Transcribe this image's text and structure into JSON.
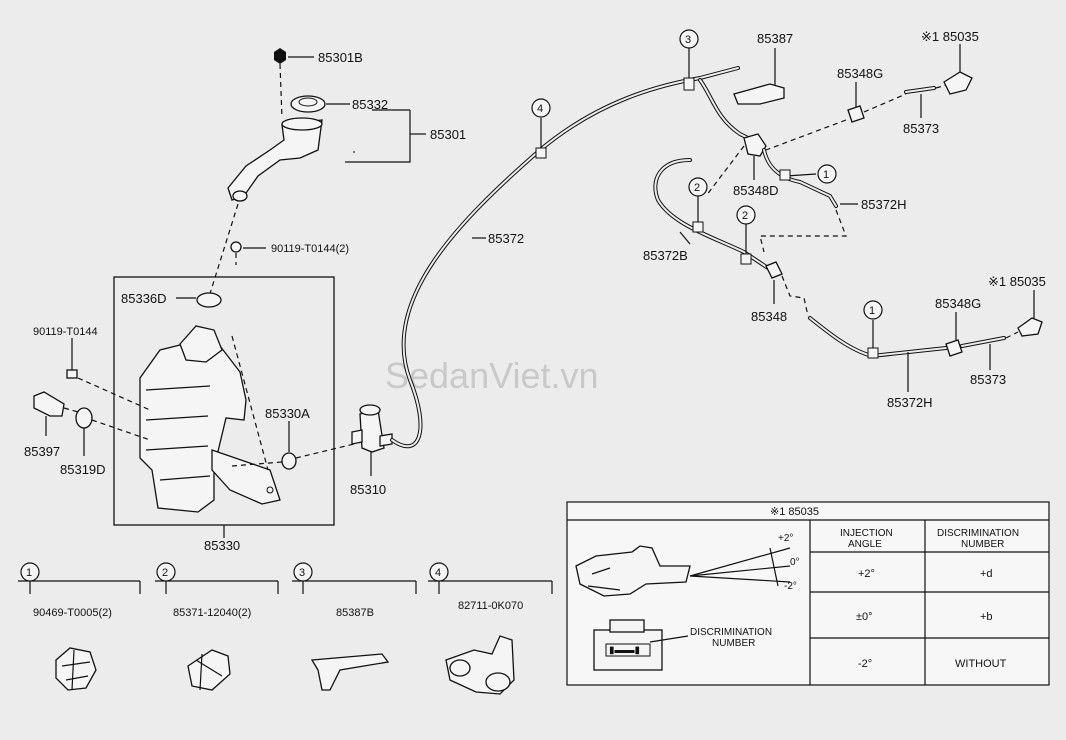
{
  "watermark": "SedanViet.vn",
  "parts": {
    "p85301B": "85301B",
    "p85332": "85332",
    "p85301": "85301",
    "p90119_T0144_2": "90119-T0144(2)",
    "p85336D": "85336D",
    "p90119_T0144": "90119-T0144",
    "p85397": "85397",
    "p85319D": "85319D",
    "p85330A": "85330A",
    "p85330": "85330",
    "p85310": "85310",
    "p85372": "85372",
    "p85387": "85387",
    "p85348G_top": "85348G",
    "p85373_top": "85373",
    "p85035_top": "※1 85035",
    "p85348D": "85348D",
    "p85372H_top": "85372H",
    "p85372B": "85372B",
    "p85348": "85348",
    "p85035_bottom": "※1 85035",
    "p85348G_bottom": "85348G",
    "p85373_bottom": "85373",
    "p85372H_bottom": "85372H"
  },
  "callouts": {
    "c1": "1",
    "c2": "2",
    "c3": "3",
    "c4": "4"
  },
  "legend": [
    {
      "num": "1",
      "part": "90469-T0005(2)"
    },
    {
      "num": "2",
      "part": "85371-12040(2)"
    },
    {
      "num": "3",
      "part": "85387B"
    },
    {
      "num": "4",
      "part": "82711-0K070"
    }
  ],
  "table": {
    "title": "※1 85035",
    "col1_line1": "INJECTION",
    "col1_line2": "ANGLE",
    "col2_line1": "DISCRIMINATION",
    "col2_line2": "NUMBER",
    "rows": [
      {
        "angle": "+2°",
        "number": "+d"
      },
      {
        "angle": "±0°",
        "number": "+b"
      },
      {
        "angle": "-2°",
        "number": "WITHOUT"
      }
    ],
    "angle_marks": [
      "+2°",
      "0°",
      "-2°"
    ],
    "disc_label_line1": "DISCRIMINATION",
    "disc_label_line2": "NUMBER"
  }
}
